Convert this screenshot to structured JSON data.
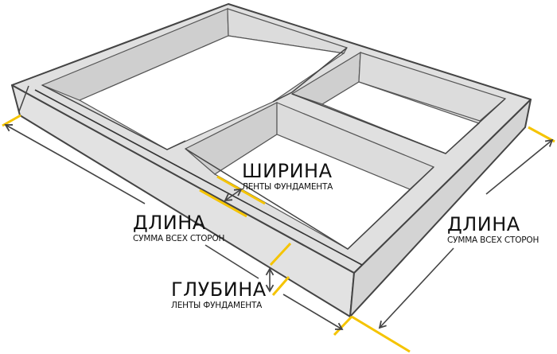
{
  "diagram": {
    "subject": "strip foundation (ленточный фундамент) isometric view",
    "colors": {
      "top_face": "#e0e0e0",
      "side_face": "#d9d9d9",
      "inner_wall_dark": "#cccccc",
      "outline": "#444444",
      "dimension_marker": "#f5c400",
      "arrow": "#444444",
      "text": "#111111"
    }
  },
  "labels": {
    "width": {
      "title": "ШИРИНА",
      "subtitle": "ЛЕНТЫ ФУНДАМЕНТА"
    },
    "length_left": {
      "title": "ДЛИНА",
      "subtitle": "СУММА ВСЕХ СТОРОН"
    },
    "length_right": {
      "title": "ДЛИНА",
      "subtitle": "СУММА ВСЕХ СТОРОН"
    },
    "depth": {
      "title": "ГЛУБИНА",
      "subtitle": "ЛЕНТЫ ФУНДАМЕНТА"
    }
  }
}
